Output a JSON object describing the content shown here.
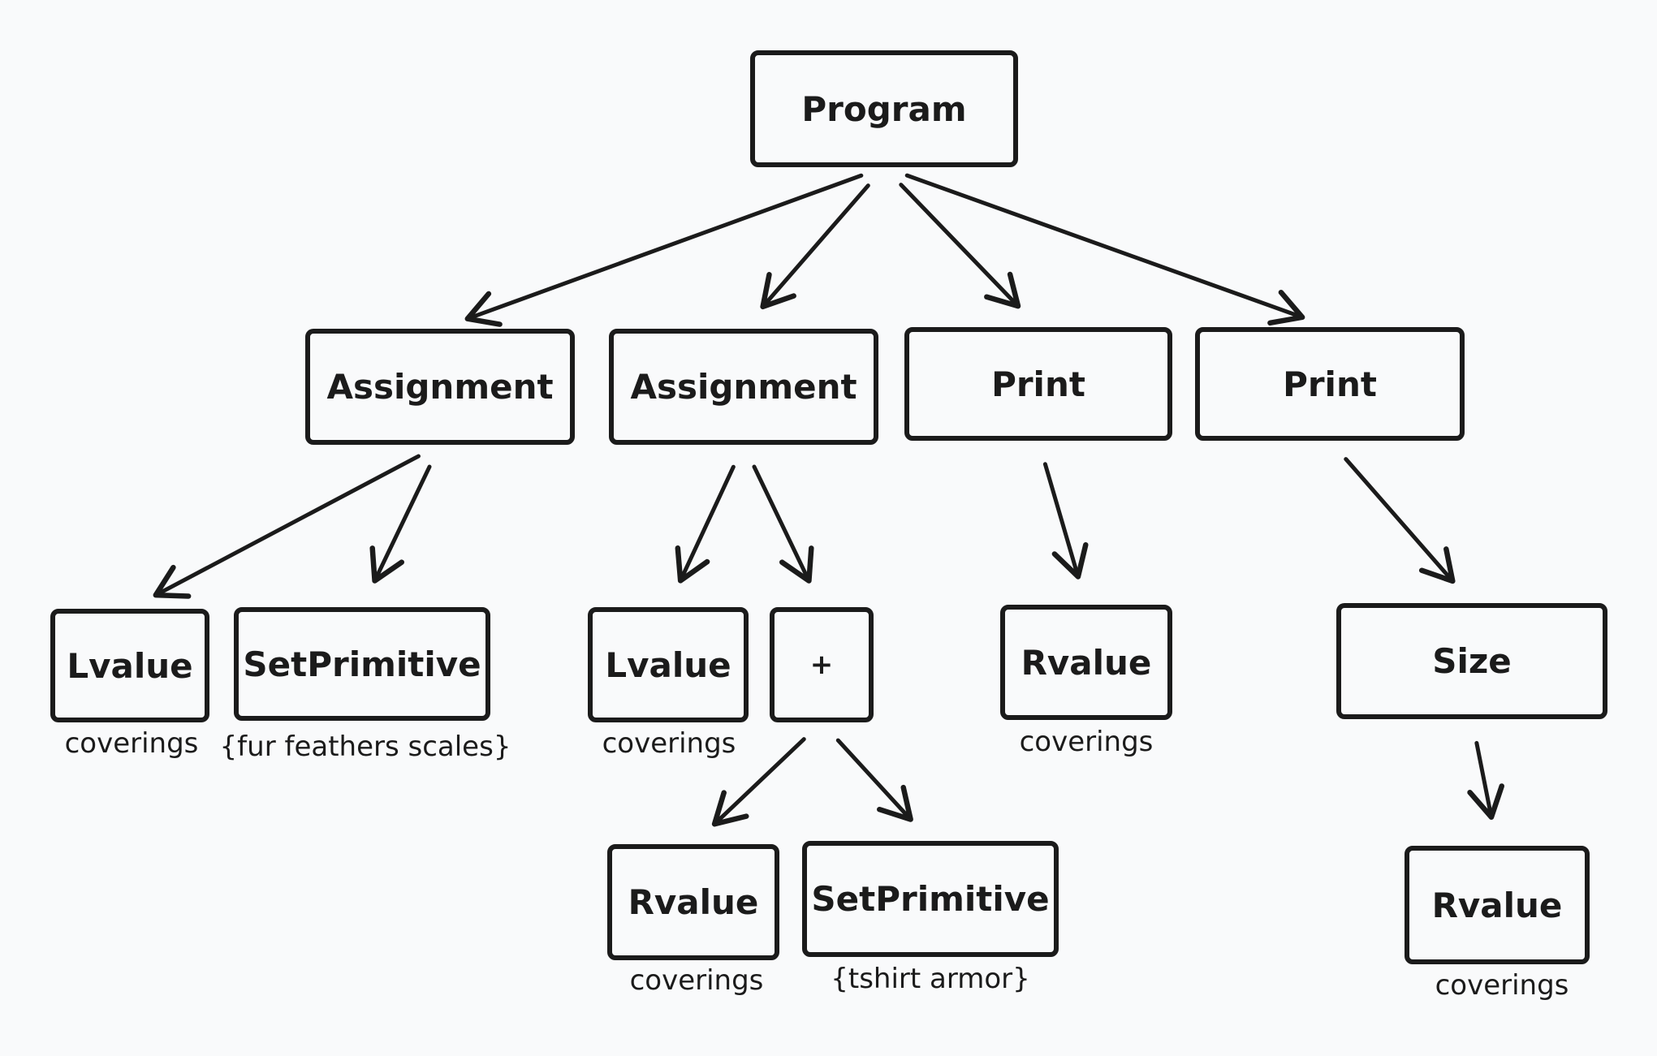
{
  "colors": {
    "ink": "#1b1b1b",
    "background": "#f9fafb"
  },
  "nodes": {
    "program": {
      "label": "Program"
    },
    "assignment_1": {
      "label": "Assignment"
    },
    "assignment_2": {
      "label": "Assignment"
    },
    "print_1": {
      "label": "Print"
    },
    "print_2": {
      "label": "Print"
    },
    "lvalue_1": {
      "label": "Lvalue",
      "annotation": "coverings"
    },
    "setprimitive_1": {
      "label": "SetPrimitive",
      "annotation": "{fur feathers scales}"
    },
    "lvalue_2": {
      "label": "Lvalue",
      "annotation": "coverings"
    },
    "plus": {
      "label": "+"
    },
    "rvalue_1": {
      "label": "Rvalue",
      "annotation": "coverings"
    },
    "setprimitive_2": {
      "label": "SetPrimitive",
      "annotation": "{tshirt armor}"
    },
    "rvalue_2": {
      "label": "Rvalue",
      "annotation": "coverings"
    },
    "size": {
      "label": "Size"
    },
    "rvalue_3": {
      "label": "Rvalue",
      "annotation": "coverings"
    }
  },
  "edges": [
    {
      "from": "program",
      "to": "assignment_1"
    },
    {
      "from": "program",
      "to": "assignment_2"
    },
    {
      "from": "program",
      "to": "print_1"
    },
    {
      "from": "program",
      "to": "print_2"
    },
    {
      "from": "assignment_1",
      "to": "lvalue_1"
    },
    {
      "from": "assignment_1",
      "to": "setprimitive_1"
    },
    {
      "from": "assignment_2",
      "to": "lvalue_2"
    },
    {
      "from": "assignment_2",
      "to": "plus"
    },
    {
      "from": "plus",
      "to": "rvalue_1"
    },
    {
      "from": "plus",
      "to": "setprimitive_2"
    },
    {
      "from": "print_1",
      "to": "rvalue_2"
    },
    {
      "from": "print_2",
      "to": "size"
    },
    {
      "from": "size",
      "to": "rvalue_3"
    }
  ]
}
